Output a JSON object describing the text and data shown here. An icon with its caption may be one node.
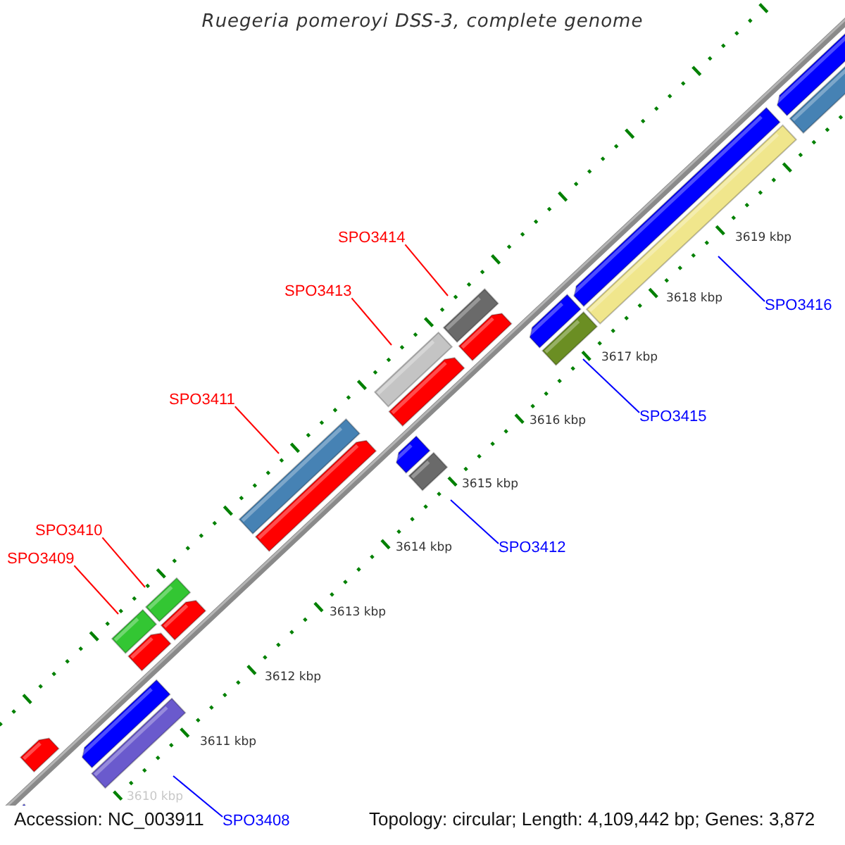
{
  "diagram": {
    "title": "Ruegeria pomeroyi DSS-3, complete genome",
    "nodes": [
      {
        "text": [
          "SPO3414"
        ]
      },
      {
        "text": [
          "SPO3413"
        ]
      },
      {
        "text": [
          "SPO3416"
        ]
      },
      {
        "text": [
          "SPO3411"
        ]
      },
      {
        "text": [
          "SPO3415"
        ]
      },
      {
        "text": [
          "SPO3410"
        ]
      },
      {
        "text": [
          "SPO3412"
        ]
      },
      {
        "text": [
          "SPO3409"
        ]
      },
      {
        "text": [
          "SPO3408"
        ]
      }
    ],
    "edges": [
      {
        "from": 0,
        "to": null,
        "arrow": "none"
      },
      {
        "from": 1,
        "to": null,
        "arrow": "none"
      },
      {
        "from": 2,
        "to": null,
        "arrow": "none",
        "color": "#0000ff"
      },
      {
        "from": 3,
        "to": null,
        "arrow": "none"
      },
      {
        "from": 4,
        "to": null,
        "arrow": "none",
        "color": "#0000ff"
      },
      {
        "from": 5,
        "to": null,
        "arrow": "none"
      },
      {
        "from": 6,
        "to": null,
        "arrow": "none",
        "color": "#0000ff"
      },
      {
        "from": 7,
        "to": null,
        "arrow": "none"
      },
      {
        "from": 8,
        "to": null,
        "arrow": "none",
        "color": "#0000ff"
      }
    ],
    "labels": [
      "3619 kbp",
      "3618 kbp",
      "3617 kbp",
      "3616 kbp",
      "3615 kbp",
      "3614 kbp",
      "3613 kbp",
      "3612 kbp",
      "3611 kbp",
      "3610 kbp",
      "Accession: NC_003911",
      "Topology: circular; Length: 4,109,442 bp; Genes: 3,872"
    ]
  }
}
